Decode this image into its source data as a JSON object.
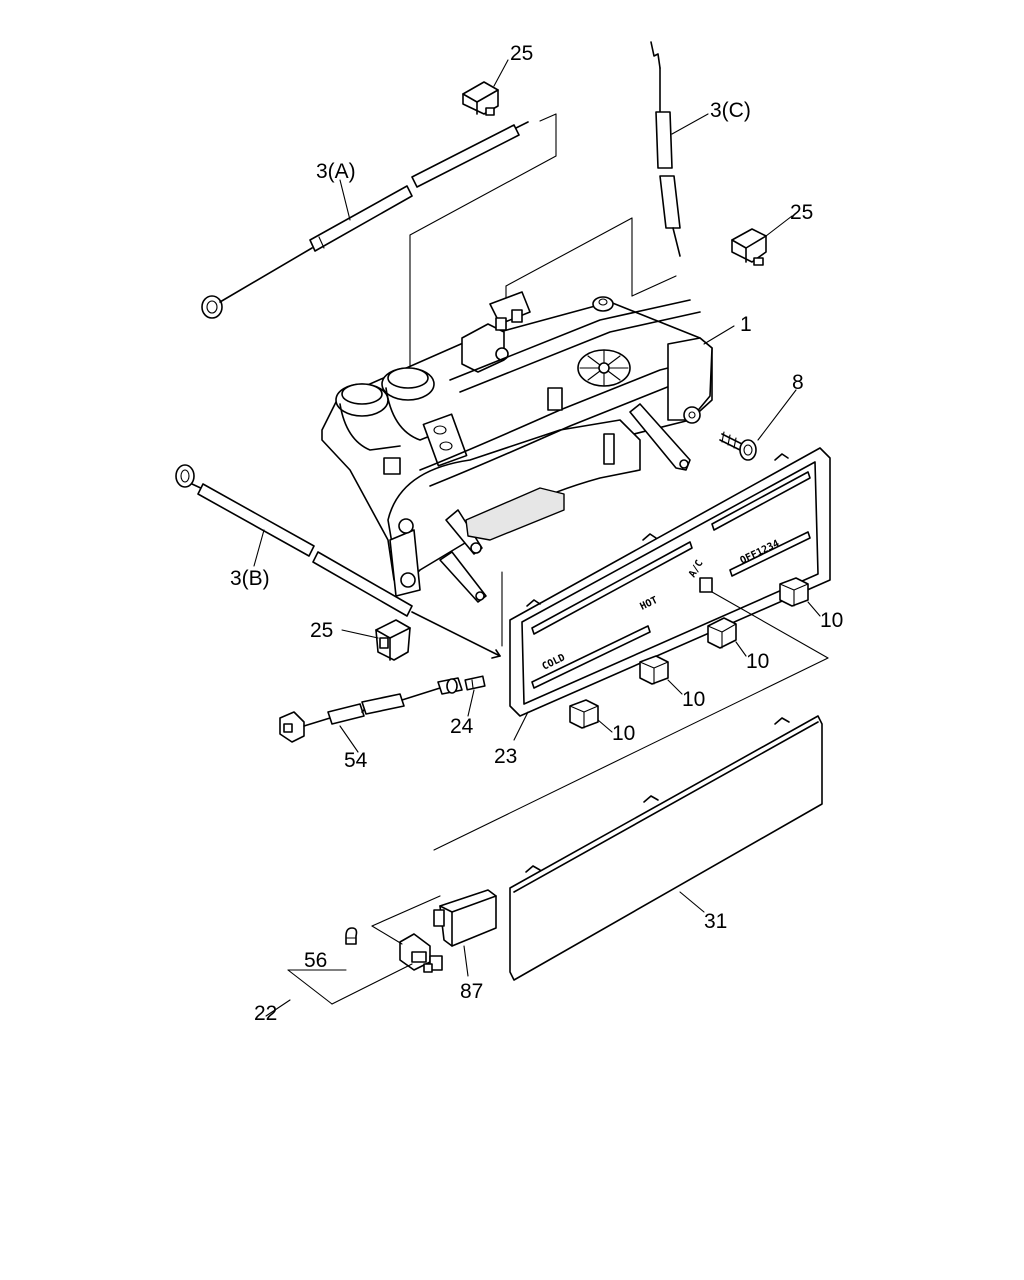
{
  "callouts": [
    {
      "id": "c-25-top",
      "text": "25"
    },
    {
      "id": "c-3c",
      "text": "3(C)"
    },
    {
      "id": "c-3a",
      "text": "3(A)"
    },
    {
      "id": "c-25-right",
      "text": "25"
    },
    {
      "id": "c-1",
      "text": "1"
    },
    {
      "id": "c-8",
      "text": "8"
    },
    {
      "id": "c-3b",
      "text": "3(B)"
    },
    {
      "id": "c-25-left",
      "text": "25"
    },
    {
      "id": "c-10-a",
      "text": "10"
    },
    {
      "id": "c-10-b",
      "text": "10"
    },
    {
      "id": "c-10-c",
      "text": "10"
    },
    {
      "id": "c-10-d",
      "text": "10"
    },
    {
      "id": "c-24",
      "text": "24"
    },
    {
      "id": "c-54",
      "text": "54"
    },
    {
      "id": "c-23",
      "text": "23"
    },
    {
      "id": "c-31",
      "text": "31"
    },
    {
      "id": "c-56",
      "text": "56"
    },
    {
      "id": "c-87",
      "text": "87"
    },
    {
      "id": "c-22",
      "text": "22"
    }
  ],
  "panel_markings": {
    "cold": "COLD",
    "hot": "HOT",
    "fan": "OFF1234",
    "ac": "A/C"
  }
}
